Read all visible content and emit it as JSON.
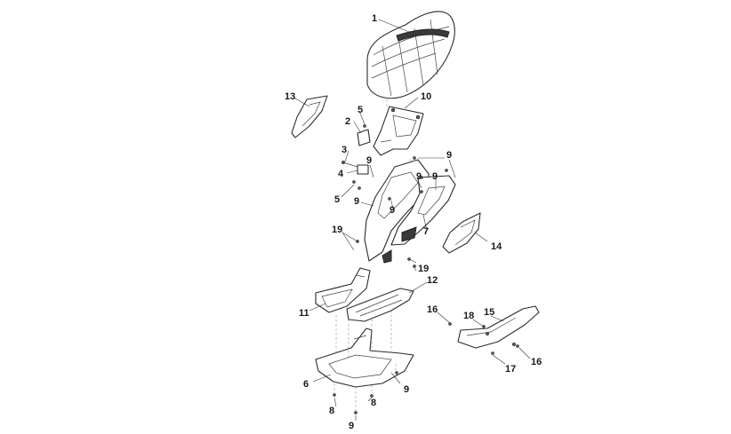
{
  "diagram": {
    "callouts": {
      "c1": "1",
      "c2": "2",
      "c3": "3",
      "c4": "4",
      "c5a": "5",
      "c5b": "5",
      "c6": "6",
      "c7": "7",
      "c8a": "8",
      "c8b": "8",
      "c9a": "9",
      "c9b": "9",
      "c9c": "9",
      "c9d": "9",
      "c9e": "9",
      "c9f": "9",
      "c9g": "9",
      "c10": "10",
      "c11": "11",
      "c12": "12",
      "c13": "13",
      "c14": "14",
      "c15": "15",
      "c16a": "16",
      "c16b": "16",
      "c17": "17",
      "c18": "18",
      "c19a": "19",
      "c19b": "19"
    }
  }
}
